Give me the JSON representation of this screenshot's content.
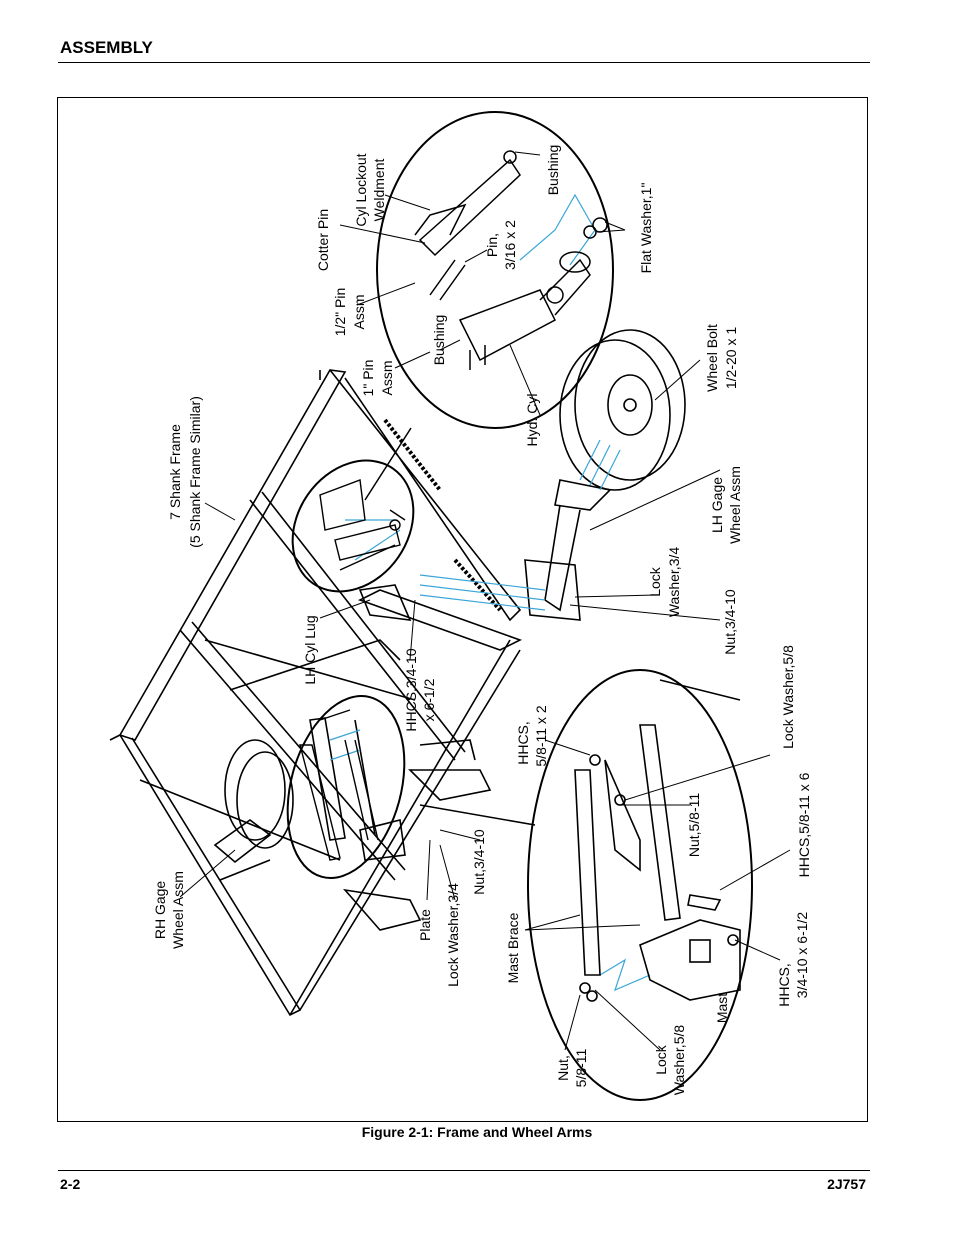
{
  "header": {
    "section": "ASSEMBLY"
  },
  "figure": {
    "caption": "Figure 2-1:  Frame and Wheel Arms",
    "labels": {
      "shank_frame_1": "7 Shank Frame",
      "shank_frame_2": "(5 Shank Frame Similar)",
      "one_inch_pin_1": "1\" Pin",
      "one_inch_pin_2": "Assm",
      "half_inch_pin_1": "1/2\" Pin",
      "half_inch_pin_2": "Assm",
      "cotter_pin": "Cotter Pin",
      "cyl_lockout_1": "Cyl Lockout",
      "cyl_lockout_2": "Weldment",
      "bushing_top": "Bushing",
      "bushing_left": "Bushing",
      "pin_1": "Pin,",
      "pin_2": "3/16 x 2",
      "flat_washer": "Flat Washer,1\"",
      "hyd_cyl": "Hyd. Cyl",
      "wheel_bolt_1": "Wheel Bolt",
      "wheel_bolt_2": "1/2-20 x 1",
      "lh_gage_1": "LH Gage",
      "lh_gage_2": "Wheel Assm",
      "lock_washer_34a_1": "Lock",
      "lock_washer_34a_2": "Washer,3/4",
      "nut_34_right": "Nut,3/4-10",
      "lh_cyl_lug": "LH Cyl Lug",
      "hhcs_34_1": "HHCS,3/4-10",
      "hhcs_34_2": "x 6-1/2",
      "rh_gage_1": "RH Gage",
      "rh_gage_2": "Wheel Assm",
      "plate": "Plate",
      "lock_washer_34b": "Lock Washer,3/4",
      "nut_34_left": "Nut,3/4-10",
      "mast_brace": "Mast Brace",
      "hhcs_58_1": "HHCS,",
      "hhcs_58_2": "5/8-11 x 2",
      "nut_58_mid": "Nut,5/8-11",
      "lock_washer_58_right": "Lock Washer,5/8",
      "hhcs_58_6": "HHCS,5/8-11 x 6",
      "hhcs_34b_1": "HHCS,",
      "hhcs_34b_2": "3/4-10 x 6-1/2",
      "mast": "Mast",
      "lock_washer_58_1": "Lock",
      "lock_washer_58_2": "Washer,5/8",
      "nut_58_1": "Nut,",
      "nut_58_2": "5/8-11"
    }
  },
  "footer": {
    "page": "2-2",
    "doc_id": "2J757"
  },
  "colors": {
    "leader_blue": "#3aa6d8",
    "ink": "#000000"
  }
}
